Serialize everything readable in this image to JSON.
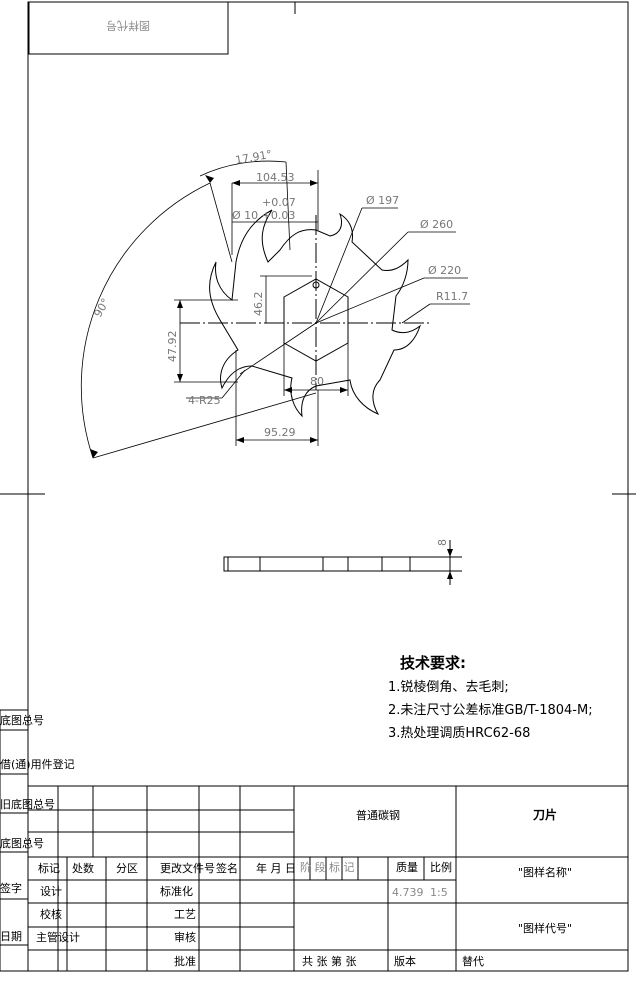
{
  "top_box": {
    "label": "图样代号"
  },
  "dimensions": {
    "angle_small": "17.91°",
    "width_top": "104.53",
    "hole_tol_upper": "+0.07",
    "hole_dia": "Ø 10 +0.03",
    "dia_197": "Ø 197",
    "dia_260": "Ø 260",
    "dia_220": "Ø 220",
    "radius_11_7": "R11.7",
    "angle_90": "90°",
    "height_47_92": "47.92",
    "height_46_2": "46.2",
    "radius_25": "4-R25",
    "width_80": "80",
    "width_95_29": "95.29",
    "thickness": "8"
  },
  "technical_requirements": {
    "title": "技术要求:",
    "items": [
      "1.锐棱倒角、去毛刺;",
      "2.未注尺寸公差标准GB/T-1804-M;",
      "3.热处理调质HRC62-68"
    ]
  },
  "left_strip": [
    "底图总号",
    "借(通)用件登记",
    "旧底图总号",
    "底图总号",
    "签字",
    "日期"
  ],
  "title_block": {
    "material": "普通碳钢",
    "part_name": "刀片",
    "drawing_name": "\"图样名称\"",
    "drawing_code": "\"图样代号\"",
    "header_row": [
      "标记",
      "处数",
      "分区",
      "更改文件号",
      "签名",
      "年 月 日"
    ],
    "stage_mark": "阶 段 标 记",
    "mass_label": "质量",
    "scale_label": "比例",
    "mass_value": "4.739",
    "scale_value": "1:5",
    "designer": "设计",
    "standardization": "标准化",
    "checker": "校核",
    "process": "工艺",
    "chief_designer": "主管设计",
    "review": "审核",
    "approve": "批准",
    "sheet_info": "共  张 第  张",
    "version": "版本",
    "replace": "替代"
  }
}
